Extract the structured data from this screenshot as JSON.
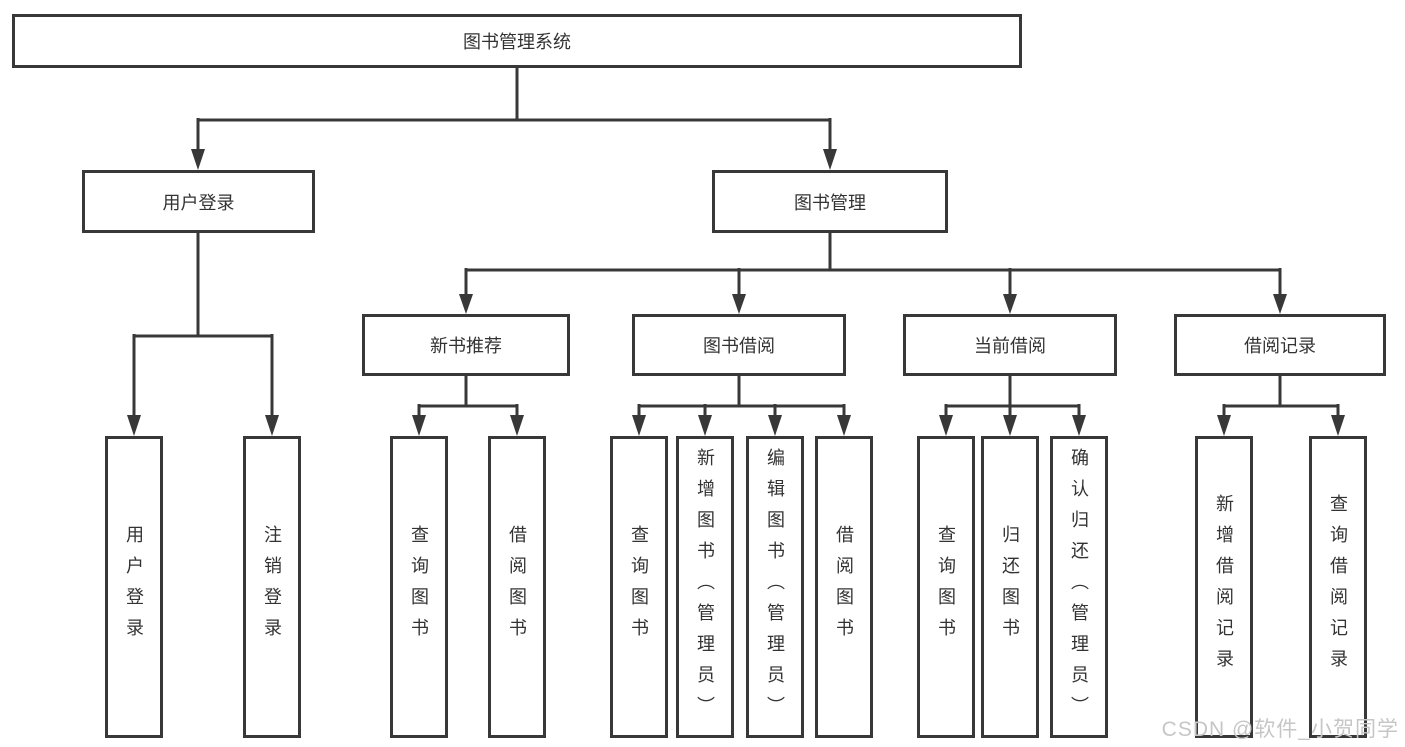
{
  "diagram": {
    "title": "图书管理系统",
    "nodes": {
      "root": "图书管理系统",
      "user_login": "用户登录",
      "book_mgmt": "图书管理",
      "new_rec": "新书推荐",
      "book_borrow": "图书借阅",
      "cur_borrow": "当前借阅",
      "borrow_rec": "借阅记录",
      "leaf_user_login": "用户登录",
      "leaf_logout": "注销登录",
      "leaf_rec_query": "查询图书",
      "leaf_rec_borrow": "借阅图书",
      "leaf_bb_query": "查询图书",
      "leaf_bb_add": "新增图书（管理员）",
      "leaf_bb_edit": "编辑图书（管理员）",
      "leaf_bb_borrow": "借阅图书",
      "leaf_cb_query": "查询图书",
      "leaf_cb_return": "归还图书",
      "leaf_cb_confirm": "确认归还（管理员）",
      "leaf_br_add": "新增借阅记录",
      "leaf_br_query": "查询借阅记录"
    },
    "hierarchy": {
      "图书管理系统": {
        "用户登录": [
          "用户登录",
          "注销登录"
        ],
        "图书管理": {
          "新书推荐": [
            "查询图书",
            "借阅图书"
          ],
          "图书借阅": [
            "查询图书",
            "新增图书（管理员）",
            "编辑图书（管理员）",
            "借阅图书"
          ],
          "当前借阅": [
            "查询图书",
            "归还图书",
            "确认归还（管理员）"
          ],
          "借阅记录": [
            "新增借阅记录",
            "查询借阅记录"
          ]
        }
      }
    }
  },
  "watermark": "CSDN @软件_小贺同学",
  "colors": {
    "line": "#383838",
    "box_border": "#383838",
    "text": "#333333",
    "watermark": "#c6c6c6",
    "background": "#ffffff"
  }
}
